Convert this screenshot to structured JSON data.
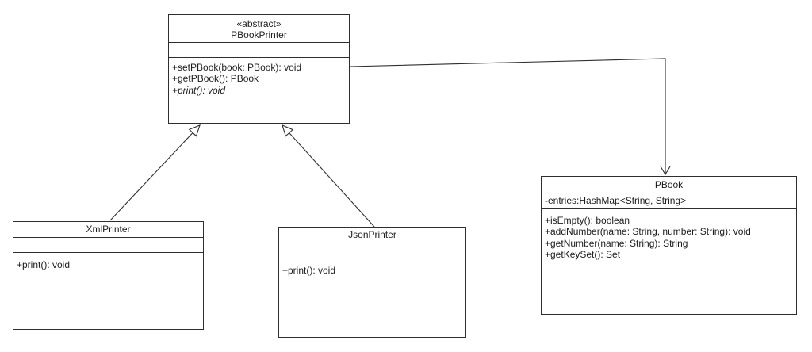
{
  "diagram": {
    "kind": "uml-class-diagram",
    "background_color": "#ffffff",
    "line_color": "#2e2e2e"
  },
  "classes": {
    "pbookprinter": {
      "stereotype": "«abstract»",
      "name": "PBookPrinter",
      "attributes": [],
      "methods": [
        "+setPBook(book: PBook): void",
        "+getPBook(): PBook",
        "+print(): void"
      ],
      "abstract_methods": [
        "+print(): void"
      ]
    },
    "xmlprinter": {
      "name": "XmlPrinter",
      "attributes": [],
      "methods": [
        "+print(): void"
      ]
    },
    "jsonprinter": {
      "name": "JsonPrinter",
      "attributes": [],
      "methods": [
        "+print(): void"
      ]
    },
    "pbook": {
      "name": "PBook",
      "attributes": [
        "-entries:HashMap<String, String>"
      ],
      "methods": [
        "+isEmpty(): boolean",
        "+addNumber(name: String, number: String): void",
        "+getNumber(name: String): String",
        "+getKeySet(): Set"
      ]
    }
  },
  "relationships": {
    "xml_extends": {
      "type": "generalization",
      "from": "XmlPrinter",
      "to": "PBookPrinter"
    },
    "json_extends": {
      "type": "generalization",
      "from": "JsonPrinter",
      "to": "PBookPrinter"
    },
    "printer_uses_pbook": {
      "type": "directed-association",
      "from": "PBookPrinter",
      "to": "PBook"
    }
  }
}
